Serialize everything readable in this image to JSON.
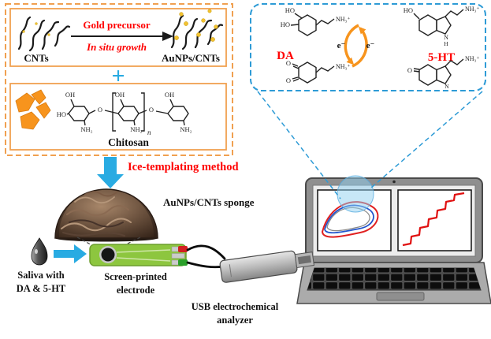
{
  "colors": {
    "accent_blue": "#29ABE2",
    "dashed_blue": "#2E9BD6",
    "orange_border": "#F0A050",
    "red_label": "#FF0000",
    "gold_nanoparticle": "#F2C230",
    "electrode_green": "#8DC63F"
  },
  "synthesis_box": {
    "cnts_label": "CNTs",
    "arrow_label_top": "Gold precursor",
    "arrow_label_bottom": "In situ growth",
    "product_label": "AuNPs/CNTs",
    "plus_sign": "+",
    "chitosan_label": "Chitosan",
    "structure": {
      "oh1": "OH",
      "oh2": "OH",
      "oh3": "OH",
      "ho": "HO",
      "o1": "O",
      "o2": "O",
      "nh2_1": "NH₂",
      "nh2_2": "NH₂",
      "nh2_3": "NH₂",
      "repeat_subscript": "n"
    }
  },
  "redox_box": {
    "da_label": "DA",
    "ht_label": "5-HT",
    "electron_left": "e⁻",
    "electron_right": "e⁻",
    "da": {
      "ho_top": "HO",
      "ho_bottom": "HO",
      "amine": "NH₃⁺"
    },
    "da_oxidized": {
      "o_top": "O",
      "o_bottom": "O",
      "amine": "NH₃⁺"
    },
    "ht": {
      "ho": "HO",
      "amine": "NH₃⁺",
      "ring_n": "N",
      "ring_h": "H"
    },
    "ht_oxidized": {
      "o": "O",
      "amine": "NH₃⁺",
      "ring_n": "N"
    }
  },
  "process": {
    "method_label": "Ice-templating method",
    "sponge_label": "AuNPs/CNTs sponge"
  },
  "detection": {
    "saliva_label_line1": "Saliva with",
    "saliva_label_line2": "DA & 5-HT",
    "electrode_label_line1": "Screen-printed",
    "electrode_label_line2": "electrode",
    "analyzer_label_line1": "USB electrochemical",
    "analyzer_label_line2": "analyzer"
  }
}
